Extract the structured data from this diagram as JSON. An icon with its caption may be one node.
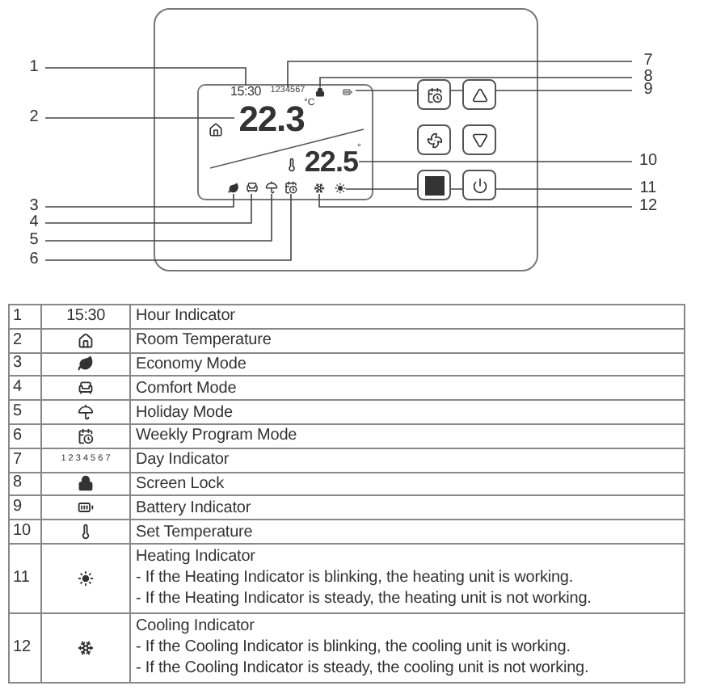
{
  "diagram": {
    "nodes": [
      {
        "text": [
          "1"
        ]
      },
      {
        "text": [
          "2"
        ]
      },
      {
        "text": [
          "3"
        ]
      },
      {
        "text": [
          "4"
        ]
      },
      {
        "text": [
          "5"
        ]
      },
      {
        "text": [
          "6"
        ]
      },
      {
        "text": [
          "7"
        ]
      },
      {
        "text": [
          "8"
        ]
      },
      {
        "text": [
          "9"
        ]
      },
      {
        "text": [
          "10"
        ]
      },
      {
        "text": [
          "11"
        ]
      },
      {
        "text": [
          "12"
        ]
      },
      {
        "text": [
          "15:30"
        ]
      },
      {
        "text": [
          "22.3"
        ]
      },
      {
        "text": [],
        "shape": "leaf"
      },
      {
        "text": [],
        "shape": "chair"
      },
      {
        "text": [],
        "shape": "umbrella"
      },
      {
        "text": [],
        "shape": "calendar"
      },
      {
        "text": [
          "1234567"
        ]
      },
      {
        "text": [],
        "shape": "lock"
      },
      {
        "text": [],
        "shape": "battery"
      },
      {
        "text": [
          "22.5"
        ]
      },
      {
        "text": [],
        "shape": "sun"
      },
      {
        "text": [],
        "shape": "snowflake"
      }
    ],
    "edges": [
      {
        "from": 0,
        "to": 12,
        "arrow": "none"
      },
      {
        "from": 1,
        "to": 13,
        "arrow": "none"
      },
      {
        "from": 2,
        "to": 14,
        "arrow": "none"
      },
      {
        "from": 3,
        "to": 15,
        "arrow": "none"
      },
      {
        "from": 4,
        "to": 16,
        "arrow": "none"
      },
      {
        "from": 5,
        "to": 17,
        "arrow": "none"
      },
      {
        "from": 6,
        "to": 18,
        "arrow": "none"
      },
      {
        "from": 7,
        "to": 19,
        "arrow": "none"
      },
      {
        "from": 8,
        "to": 20,
        "arrow": "none"
      },
      {
        "from": 9,
        "to": 21,
        "arrow": "none"
      },
      {
        "from": 10,
        "to": 22,
        "arrow": "none"
      },
      {
        "from": 11,
        "to": 23,
        "arrow": "none"
      }
    ],
    "labels": [
      "°C",
      "°",
      "1",
      "15:30",
      "Hour Indicator",
      "2",
      "Room Temperature",
      "3",
      "Economy Mode",
      "4",
      "Comfort Mode",
      "5",
      "Holiday Mode",
      "6",
      "Weekly Program Mode",
      "7",
      "1 2 3 4 5 6 7",
      "Day Indicator",
      "8",
      "Screen Lock",
      "9",
      "Battery Indicator",
      "10",
      "Set Temperature",
      "11",
      "Heating Indicator",
      "- If the Heating Indicator is blinking, the heating unit is working.",
      "- If the Heating Indicator is steady, the heating unit is not working.",
      "12",
      "Cooling Indicator",
      "- If the Cooling Indicator is blinking, the cooling unit is working.",
      "- If the Cooling Indicator is steady, the cooling unit is not working."
    ]
  }
}
